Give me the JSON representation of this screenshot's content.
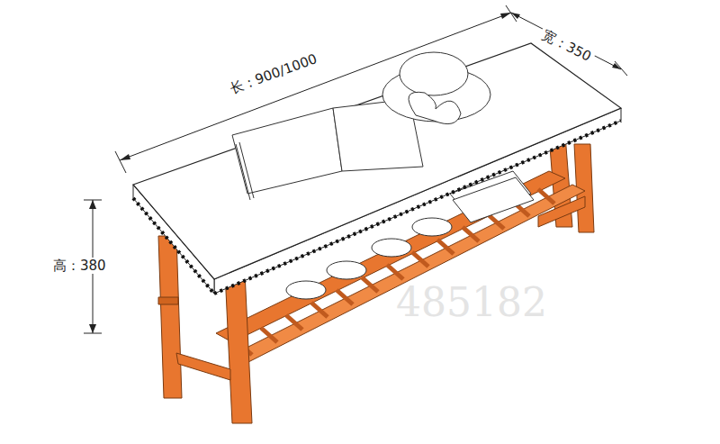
{
  "diagram": {
    "labels": [
      "长：900/1000",
      "宽：350",
      "高：380",
      "485182"
    ]
  }
}
